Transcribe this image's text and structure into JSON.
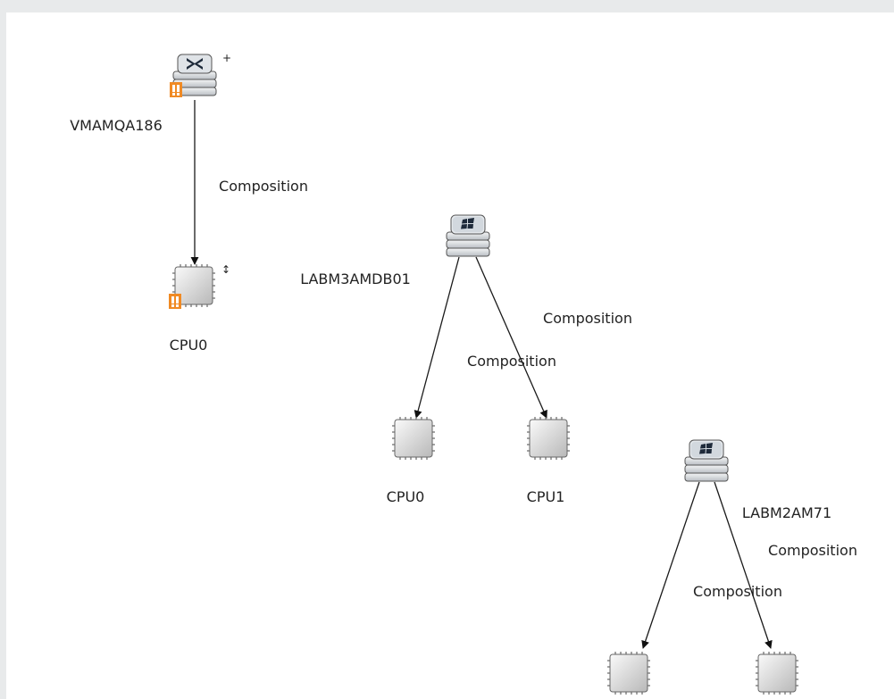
{
  "diagram": {
    "nodes": [
      {
        "id": "vmamqa186",
        "type": "host-xen",
        "label": "VMAMQA186",
        "warning": true,
        "indicator": "+"
      },
      {
        "id": "cpu0_vm",
        "type": "cpu",
        "label": "CPU0",
        "warning": true,
        "indicator": "↕"
      },
      {
        "id": "labm3amdb01",
        "type": "host-windows",
        "label": "LABM3AMDB01",
        "warning": false
      },
      {
        "id": "cpu0_labm3",
        "type": "cpu",
        "label": "CPU0",
        "warning": false
      },
      {
        "id": "cpu1_labm3",
        "type": "cpu",
        "label": "CPU1",
        "warning": false
      },
      {
        "id": "labm2am71",
        "type": "host-windows",
        "label": "LABM2AM71",
        "warning": false
      },
      {
        "id": "cpu_a_labm2",
        "type": "cpu",
        "label": "",
        "warning": false
      },
      {
        "id": "cpu_b_labm2",
        "type": "cpu",
        "label": "",
        "warning": false
      }
    ],
    "edges": [
      {
        "from": "vmamqa186",
        "to": "cpu0_vm",
        "label": "Composition"
      },
      {
        "from": "labm3amdb01",
        "to": "cpu0_labm3",
        "label": "Composition"
      },
      {
        "from": "labm3amdb01",
        "to": "cpu1_labm3",
        "label": "Composition"
      },
      {
        "from": "labm2am71",
        "to": "cpu_a_labm2",
        "label": "Composition"
      },
      {
        "from": "labm2am71",
        "to": "cpu_b_labm2",
        "label": "Composition"
      }
    ]
  },
  "colors": {
    "background": "#e8eaeb",
    "canvas": "#ffffff",
    "edge": "#1a1a1a",
    "warning": "#f08a24"
  }
}
